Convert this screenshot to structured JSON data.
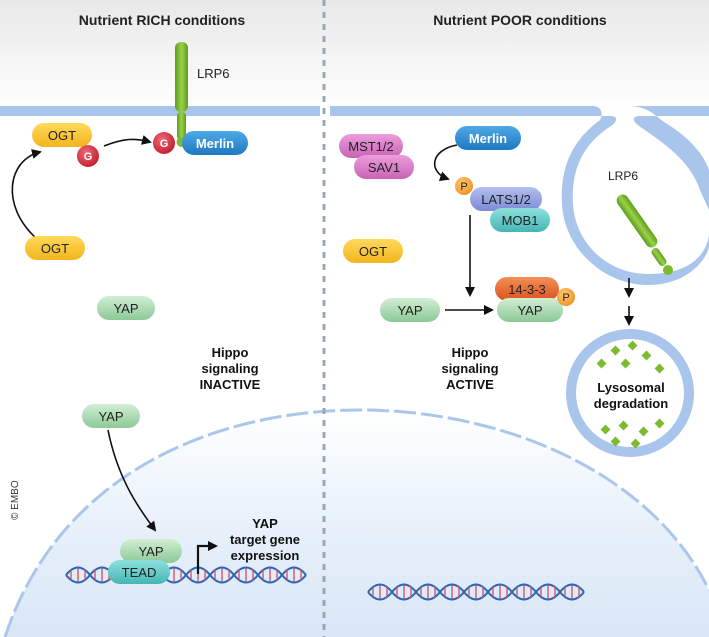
{
  "panels": {
    "left_title": "Nutrient RICH conditions",
    "right_title": "Nutrient POOR conditions"
  },
  "left": {
    "lrp6": "LRP6",
    "ogt_membrane": "OGT",
    "g_on_ogt": "G",
    "g_on_lrp6": "G",
    "merlin": "Merlin",
    "ogt_cytoplasm": "OGT",
    "yap_cytoplasm": "YAP",
    "hippo_line1": "Hippo",
    "hippo_line2": "signaling",
    "hippo_line3": "INACTIVE",
    "yap_entering": "YAP",
    "yap_nucleus": "YAP",
    "tead": "TEAD",
    "target_line1": "YAP",
    "target_line2": "target gene",
    "target_line3": "expression",
    "credit": "© EMBO"
  },
  "right": {
    "mst": "MST1/2",
    "sav1": "SAV1",
    "merlin": "Merlin",
    "p_lats": "P",
    "lats": "LATS1/2",
    "mob1": "MOB1",
    "ogt": "OGT",
    "p1433": "14-3-3",
    "yap_left": "YAP",
    "yap_bound": "YAP",
    "p_yap": "P",
    "hippo_line1": "Hippo",
    "hippo_line2": "signaling",
    "hippo_line3": "ACTIVE",
    "lrp6": "LRP6",
    "lyso_line1": "Lysosomal",
    "lyso_line2": "degradation"
  },
  "colors": {
    "membrane": "#a9c5ec",
    "nucleus_fill": "#e4eef9",
    "ogt": "#f8c531",
    "merlin": "#2f8fd3",
    "g_red": "#d42a3d",
    "yap": "#a9d8b0",
    "mst": "#d57ac4",
    "lats": "#8f9ee0",
    "mob1": "#61cbc9",
    "p1433": "#ea6b35",
    "p_orange": "#f5a43a",
    "lrp6": "#7dbb2e",
    "dna_blue": "#2a69b8"
  }
}
